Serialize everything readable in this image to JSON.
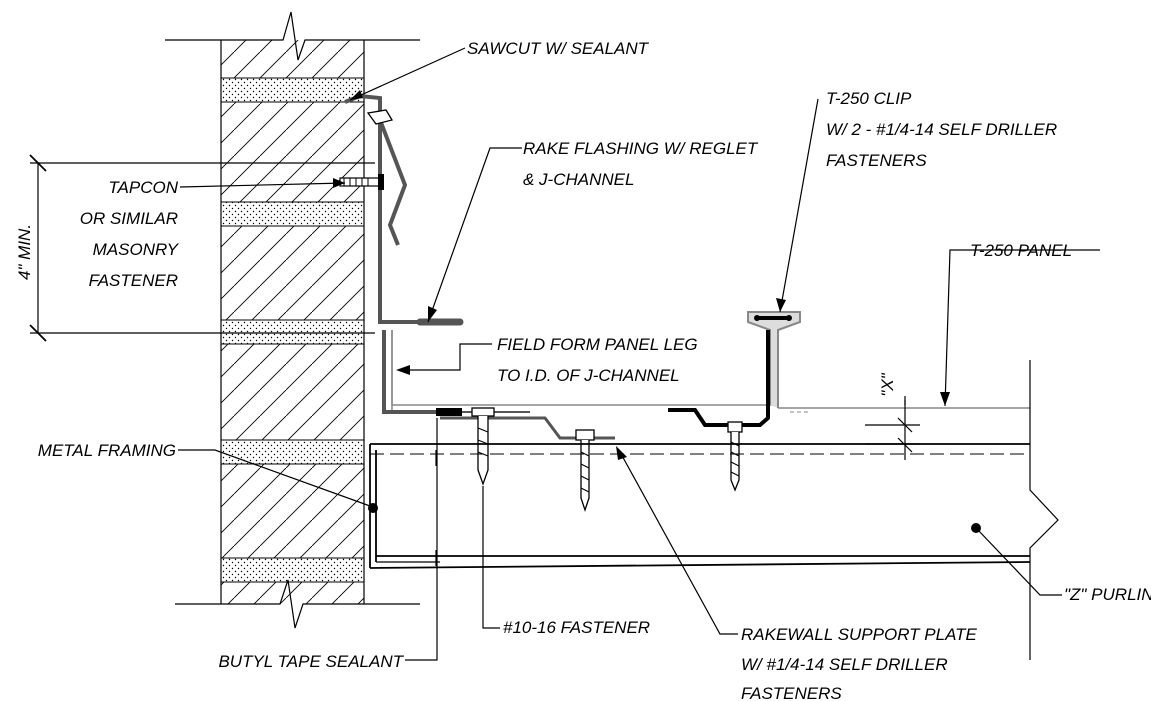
{
  "labels": {
    "sawcut": "SAWCUT W/ SEALANT",
    "clip_1": "T-250 CLIP",
    "clip_2": "W/ 2 - #1/4-14 SELF DRILLER",
    "clip_3": "FASTENERS",
    "rake_1": "RAKE FLASHING W/ REGLET",
    "rake_2": "& J-CHANNEL",
    "tapcon_1": "TAPCON",
    "tapcon_2": "OR SIMILAR",
    "tapcon_3": "MASONRY",
    "tapcon_4": "FASTENER",
    "dimension": "4\" MIN.",
    "panel": "T-250 PANEL",
    "field_1": "FIELD FORM PANEL LEG",
    "field_2": "TO I.D. OF J-CHANNEL",
    "x_dim": "\"X\"",
    "metal_framing": "METAL FRAMING",
    "purlin": "\"Z\" PURLIN",
    "fastener": "#10-16 FASTENER",
    "plate_1": "RAKEWALL SUPPORT PLATE",
    "plate_2": "W/ #1/4-14 SELF DRILLER",
    "plate_3": "FASTENERS",
    "butyl": "BUTYL TAPE SEALANT"
  }
}
